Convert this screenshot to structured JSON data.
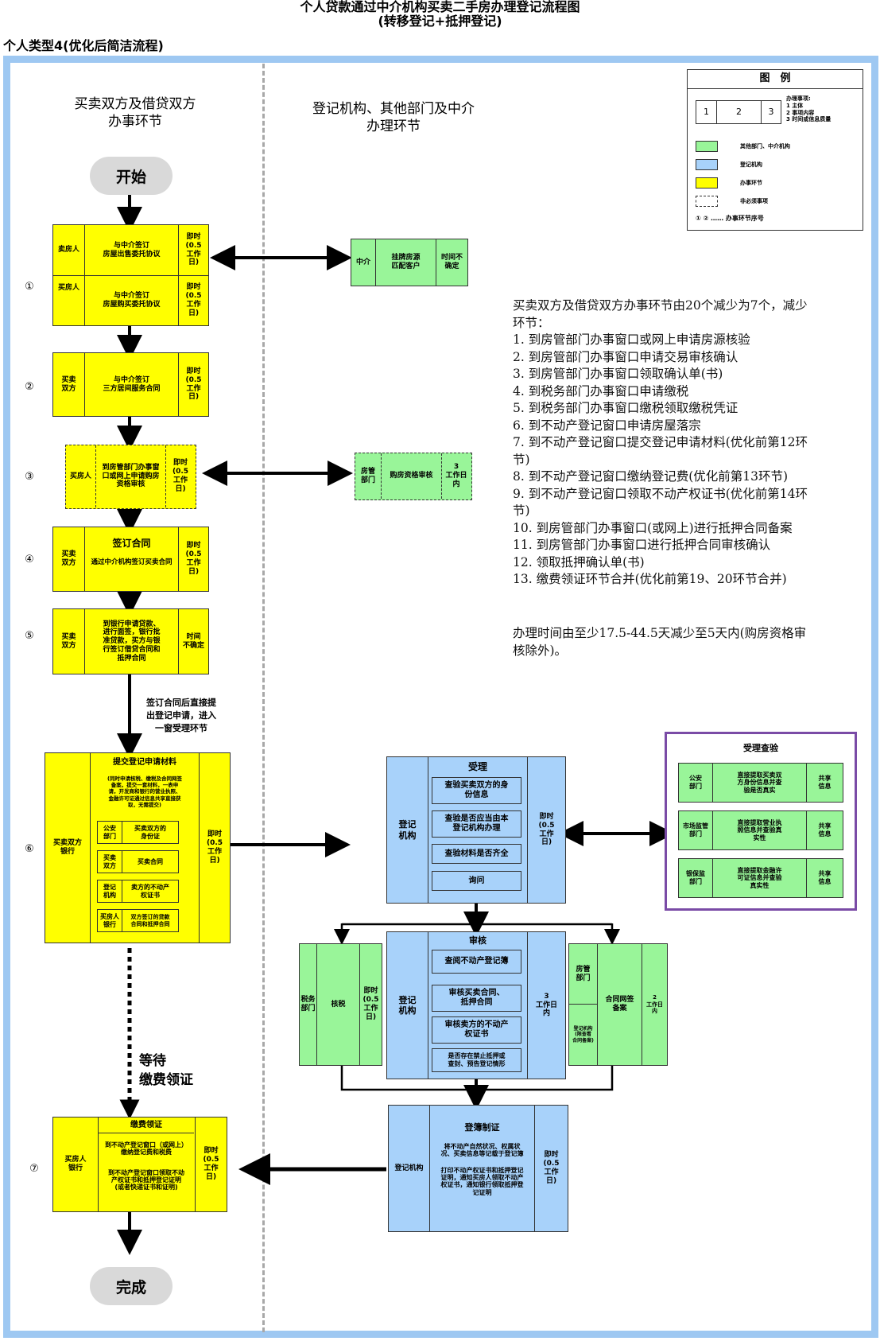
{
  "title": {
    "line1": "个人贷款通过中介机构买卖二手房办理登记流程图",
    "line2": "(转移登记+抵押登记)"
  },
  "subtitle": "个人类型4(优化后简洁流程)",
  "columns": {
    "left": "买卖双方及借贷双方\n办事环节",
    "right": "登记机构、其他部门及中介\n办理环节"
  },
  "legend": {
    "title": "图　例",
    "sample_cells": [
      "1",
      "2",
      "3"
    ],
    "sample_desc": "办理事项:\n1 主体\n2 事项内容\n3 时间或信息质量",
    "items": [
      {
        "color": "#99f599",
        "label": "其他部门、中介机构"
      },
      {
        "color": "#a8d2fa",
        "label": "登记机构"
      },
      {
        "color": "#ffff00",
        "label": "办事环节"
      },
      {
        "color": "#ffffff",
        "label": "非必须事项"
      }
    ],
    "seq_label": "① ② …… 办事环节序号"
  },
  "start_label": "开始",
  "end_label": "完成",
  "steps": {
    "s1": {
      "no": "①",
      "rows": [
        {
          "actor": "卖房人",
          "content": "与中介签订\n房屋出售委托协议",
          "time": "即时\n(0.5\n工作\n日)"
        },
        {
          "actor": "买房人",
          "content": "与中介签订\n房屋购买委托协议",
          "time": "即时\n(0.5\n工作\n日)"
        }
      ]
    },
    "s2": {
      "no": "②",
      "actor": "买卖\n双方",
      "content": "与中介签订\n三方居间服务合同",
      "time": "即时\n(0.5\n工作\n日)"
    },
    "s3": {
      "no": "③",
      "actor": "买房人",
      "content": "到房管部门办事窗\n口或网上申请购房\n资格审核",
      "time": "即时\n(0.5\n工作\n日)"
    },
    "s4": {
      "no": "④",
      "actor": "买卖\n双方",
      "content_title": "签订合同",
      "content": "通过中介机构签订买卖合同",
      "time": "即时\n(0.5\n工作\n日)"
    },
    "s5": {
      "no": "⑤",
      "actor": "买卖\n双方",
      "content": "到银行申请贷款、\n进行面签，银行批\n准贷款，买方与银\n行签订借贷合同和\n抵押合同",
      "time": "时间\n不确定"
    },
    "s5_note": "签订合同后直接提\n出登记申请，进入\n一窗受理环节",
    "s6": {
      "no": "⑥",
      "actor": "买卖双方\n银行",
      "title": "提交登记申请材料",
      "desc": "(同时申请核税、缴税及合同网签\n备案，提交一套材料，一表申\n请，开发商和银行的营业执照、\n金融许可证通过信息共享直接获\n取，无需提交)",
      "docs": [
        {
          "who": "公安\n部门",
          "what": "买卖双方的\n身份证"
        },
        {
          "who": "买卖\n双方",
          "what": "买卖合同"
        },
        {
          "who": "登记\n机构",
          "what": "卖方的不动产\n权证书"
        },
        {
          "who": "买房人\n银行",
          "what": "双方签订的贷款\n合同和抵押合同"
        }
      ],
      "time": "即时\n(0.5\n工作\n日)"
    },
    "wait_label": "等待\n缴费领证",
    "s7": {
      "no": "⑦",
      "actor": "买房人\n银行",
      "title": "缴费领证",
      "content1": "到不动产登记窗口（或网上）\n缴纳登记费和税费",
      "content2": "到不动产登记窗口领取不动\n产权证书和抵押登记证明\n(或者快递证书和证明)",
      "time": "即时\n(0.5\n工作\n日)"
    }
  },
  "agency": {
    "actor": "中介",
    "content": "挂牌房源\n匹配客户",
    "time": "时间不\n确定"
  },
  "housing_check": {
    "actor": "房管\n部门",
    "content": "购房资格审核",
    "time": "3\n工作日\n内"
  },
  "accept": {
    "actor": "登记\n机构",
    "title": "受理",
    "items": [
      "查验买卖双方的身\n份信息",
      "查验是否应当由本\n登记机构办理",
      "查验材料是否齐全",
      "询问"
    ],
    "time": "即时\n(0.5\n工作\n日)"
  },
  "verify": {
    "title": "受理查验",
    "rows": [
      {
        "who": "公安\n部门",
        "what": "直接提取买卖双\n方身份信息并查\n验是否真实",
        "tag": "共享\n信息"
      },
      {
        "who": "市场监管\n部门",
        "what": "直接提取营业执\n照信息并查验真\n实性",
        "tag": "共享\n信息"
      },
      {
        "who": "银保监\n部门",
        "what": "直接提取金融许\n可证信息并查验\n真实性",
        "tag": "共享\n信息"
      }
    ]
  },
  "tax": {
    "actor": "税务\n部门",
    "content": "核税",
    "time": "即时\n(0.5\n工作\n日)"
  },
  "review": {
    "actor": "登记\n机构",
    "title": "审核",
    "items": [
      "查阅不动产登记簿",
      "审核买卖合同、\n抵押合同",
      "审核卖方的不动产\n权证书",
      "是否存在禁止抵押或\n查封、预告登记情形"
    ],
    "time": "3\n工作日\n内"
  },
  "contract_filing": {
    "actor_top": "房管\n部门",
    "actor_bottom": "登记机构\n(限查看\n合同备案)",
    "content": "合同网签\n备案",
    "time": "2\n工作日\n内"
  },
  "register": {
    "actor": "登记机构",
    "title": "登簿制证",
    "content1": "将不动产自然状况、权属状\n况、买卖信息等记载于登记簿",
    "content2": "打印不动产权证书和抵押登记\n证明，通知买房人领取不动产\n权证书，通知银行领取抵押登\n记证明",
    "time": "即时\n(0.5\n工作\n日)"
  },
  "summary": {
    "intro": "买卖双方及借贷双方办事环节由20个减少为7个，减少\n环节：",
    "items": [
      "1. 到房管部门办事窗口或网上申请房源核验",
      "2. 到房管部门办事窗口申请交易审核确认",
      "3. 到房管部门办事窗口领取确认单(书)",
      "4. 到税务部门办事窗口申请缴税",
      "5. 到税务部门办事窗口缴税领取缴税凭证",
      "6. 到不动产登记窗口申请房屋落宗",
      "7. 到不动产登记窗口提交登记申请材料(优化前第12环\n节)",
      "8. 到不动产登记窗口缴纳登记费(优化前第13环节)",
      "9. 到不动产登记窗口领取不动产权证书(优化前第14环\n节)",
      "10. 到房管部门办事窗口(或网上)进行抵押合同备案",
      "11. 到房管部门办事窗口进行抵押合同审核确认",
      "12. 领取抵押确认单(书)",
      "13. 缴费领证环节合并(优化前第19、20环节合并)"
    ],
    "time_note": "办理时间由至少17.5-44.5天减少至5天内(购房资格审\n核除外)。"
  }
}
